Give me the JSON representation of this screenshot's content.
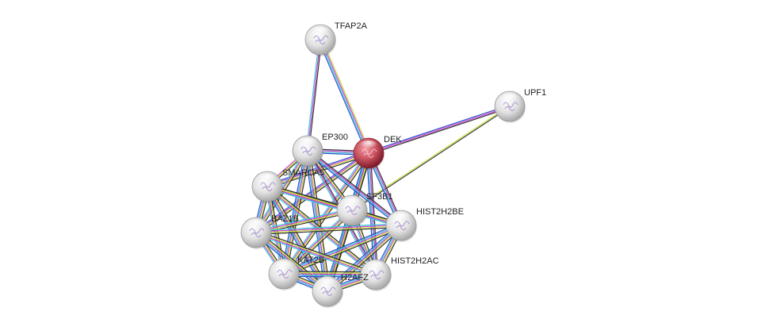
{
  "network": {
    "nodes": [
      {
        "id": "TFAP2A",
        "label": "TFAP2A",
        "color": "#e6e6e6",
        "query": false
      },
      {
        "id": "UPF1",
        "label": "UPF1",
        "color": "#e6e6e6",
        "query": false
      },
      {
        "id": "EP300",
        "label": "EP300",
        "color": "#e6e6e6",
        "query": false
      },
      {
        "id": "DEK",
        "label": "DEK",
        "color": "#c8505e",
        "query": true
      },
      {
        "id": "SMARCA5",
        "label": "SMARCA5",
        "color": "#e6e6e6",
        "query": false
      },
      {
        "id": "SF3B1",
        "label": "SF3B1",
        "color": "#e6e6e6",
        "query": false
      },
      {
        "id": "HIST2H2BE",
        "label": "HIST2H2BE",
        "color": "#e6e6e6",
        "query": false
      },
      {
        "id": "BAZ1B",
        "label": "BAZ1B",
        "color": "#e6e6e6",
        "query": false
      },
      {
        "id": "KAT2B",
        "label": "KAT2B",
        "color": "#e6e6e6",
        "query": false
      },
      {
        "id": "HIST2H2AC",
        "label": "HIST2H2AC",
        "color": "#e6e6e6",
        "query": false
      },
      {
        "id": "H2AFZ",
        "label": "H2AFZ",
        "color": "#e6e6e6",
        "query": false
      }
    ],
    "edges": [
      {
        "source": "TFAP2A",
        "target": "EP300",
        "evidence": [
          "black",
          "magenta",
          "cyan"
        ]
      },
      {
        "source": "TFAP2A",
        "target": "DEK",
        "evidence": [
          "yellowgreen",
          "magenta",
          "cyan",
          "blue"
        ]
      },
      {
        "source": "UPF1",
        "target": "DEK",
        "evidence": [
          "black",
          "magenta",
          "blue"
        ]
      },
      {
        "source": "UPF1",
        "target": "SF3B1",
        "evidence": [
          "black",
          "yellowgreen"
        ]
      },
      {
        "source": "EP300",
        "target": "DEK",
        "evidence": [
          "black",
          "magenta",
          "cyan",
          "blue"
        ]
      },
      {
        "source": "DEK",
        "target": "SMARCA5",
        "evidence": [
          "black",
          "yellowgreen",
          "magenta",
          "blue"
        ]
      },
      {
        "source": "DEK",
        "target": "SF3B1",
        "evidence": [
          "black",
          "yellowgreen",
          "magenta",
          "cyan"
        ]
      },
      {
        "source": "DEK",
        "target": "HIST2H2BE",
        "evidence": [
          "black",
          "magenta",
          "cyan",
          "blue"
        ]
      },
      {
        "source": "DEK",
        "target": "BAZ1B",
        "evidence": [
          "black",
          "yellowgreen",
          "magenta",
          "blue"
        ]
      },
      {
        "source": "DEK",
        "target": "KAT2B",
        "evidence": [
          "black",
          "yellowgreen",
          "magenta",
          "cyan"
        ]
      },
      {
        "source": "DEK",
        "target": "HIST2H2AC",
        "evidence": [
          "black",
          "magenta",
          "cyan",
          "blue"
        ]
      },
      {
        "source": "DEK",
        "target": "H2AFZ",
        "evidence": [
          "black",
          "yellowgreen",
          "magenta",
          "cyan",
          "blue"
        ]
      },
      {
        "source": "EP300",
        "target": "SMARCA5",
        "evidence": [
          "black",
          "yellowgreen",
          "magenta"
        ]
      },
      {
        "source": "EP300",
        "target": "SF3B1",
        "evidence": [
          "black",
          "yellowgreen",
          "magenta",
          "cyan"
        ]
      },
      {
        "source": "EP300",
        "target": "HIST2H2BE",
        "evidence": [
          "black",
          "magenta",
          "cyan",
          "blue"
        ]
      },
      {
        "source": "EP300",
        "target": "BAZ1B",
        "evidence": [
          "black",
          "yellowgreen",
          "magenta",
          "cyan"
        ]
      },
      {
        "source": "EP300",
        "target": "KAT2B",
        "evidence": [
          "black",
          "yellowgreen",
          "magenta",
          "cyan",
          "blue"
        ]
      },
      {
        "source": "EP300",
        "target": "HIST2H2AC",
        "evidence": [
          "black",
          "magenta",
          "cyan"
        ]
      },
      {
        "source": "EP300",
        "target": "H2AFZ",
        "evidence": [
          "black",
          "yellowgreen",
          "magenta",
          "cyan",
          "blue"
        ]
      },
      {
        "source": "SMARCA5",
        "target": "SF3B1",
        "evidence": [
          "black",
          "yellowgreen",
          "magenta",
          "cyan"
        ]
      },
      {
        "source": "SMARCA5",
        "target": "HIST2H2BE",
        "evidence": [
          "black",
          "yellowgreen",
          "magenta",
          "cyan"
        ]
      },
      {
        "source": "SMARCA5",
        "target": "BAZ1B",
        "evidence": [
          "black",
          "yellowgreen",
          "magenta",
          "cyan",
          "blue"
        ]
      },
      {
        "source": "SMARCA5",
        "target": "KAT2B",
        "evidence": [
          "black",
          "yellowgreen",
          "magenta",
          "cyan"
        ]
      },
      {
        "source": "SMARCA5",
        "target": "HIST2H2AC",
        "evidence": [
          "black",
          "yellowgreen",
          "magenta",
          "cyan"
        ]
      },
      {
        "source": "SMARCA5",
        "target": "H2AFZ",
        "evidence": [
          "black",
          "yellowgreen",
          "magenta",
          "cyan",
          "blue"
        ]
      },
      {
        "source": "SF3B1",
        "target": "HIST2H2BE",
        "evidence": [
          "black",
          "yellowgreen",
          "magenta",
          "cyan"
        ]
      },
      {
        "source": "SF3B1",
        "target": "BAZ1B",
        "evidence": [
          "black",
          "yellowgreen",
          "magenta",
          "cyan"
        ]
      },
      {
        "source": "SF3B1",
        "target": "KAT2B",
        "evidence": [
          "black",
          "yellowgreen",
          "magenta",
          "cyan"
        ]
      },
      {
        "source": "SF3B1",
        "target": "HIST2H2AC",
        "evidence": [
          "black",
          "yellowgreen",
          "magenta",
          "cyan"
        ]
      },
      {
        "source": "SF3B1",
        "target": "H2AFZ",
        "evidence": [
          "black",
          "yellowgreen",
          "magenta",
          "cyan"
        ]
      },
      {
        "source": "HIST2H2BE",
        "target": "BAZ1B",
        "evidence": [
          "black",
          "yellowgreen",
          "magenta",
          "cyan"
        ]
      },
      {
        "source": "HIST2H2BE",
        "target": "KAT2B",
        "evidence": [
          "black",
          "yellowgreen",
          "magenta",
          "cyan",
          "blue"
        ]
      },
      {
        "source": "HIST2H2BE",
        "target": "HIST2H2AC",
        "evidence": [
          "black",
          "yellowgreen",
          "magenta",
          "cyan",
          "blue"
        ]
      },
      {
        "source": "HIST2H2BE",
        "target": "H2AFZ",
        "evidence": [
          "black",
          "yellowgreen",
          "magenta",
          "cyan",
          "blue"
        ]
      },
      {
        "source": "BAZ1B",
        "target": "KAT2B",
        "evidence": [
          "black",
          "yellowgreen",
          "magenta",
          "cyan"
        ]
      },
      {
        "source": "BAZ1B",
        "target": "HIST2H2AC",
        "evidence": [
          "black",
          "yellowgreen",
          "magenta",
          "cyan"
        ]
      },
      {
        "source": "BAZ1B",
        "target": "H2AFZ",
        "evidence": [
          "black",
          "yellowgreen",
          "magenta",
          "cyan",
          "blue"
        ]
      },
      {
        "source": "KAT2B",
        "target": "HIST2H2AC",
        "evidence": [
          "black",
          "yellowgreen",
          "magenta",
          "cyan",
          "blue"
        ]
      },
      {
        "source": "KAT2B",
        "target": "H2AFZ",
        "evidence": [
          "black",
          "yellowgreen",
          "magenta",
          "cyan",
          "blue"
        ]
      },
      {
        "source": "HIST2H2AC",
        "target": "H2AFZ",
        "evidence": [
          "black",
          "yellowgreen",
          "magenta",
          "cyan",
          "blue"
        ]
      }
    ],
    "evidence_colors": {
      "black": "#333333",
      "yellowgreen": "#c8e03a",
      "magenta": "#d040d0",
      "cyan": "#38c8d8",
      "blue": "#3050c8"
    }
  }
}
